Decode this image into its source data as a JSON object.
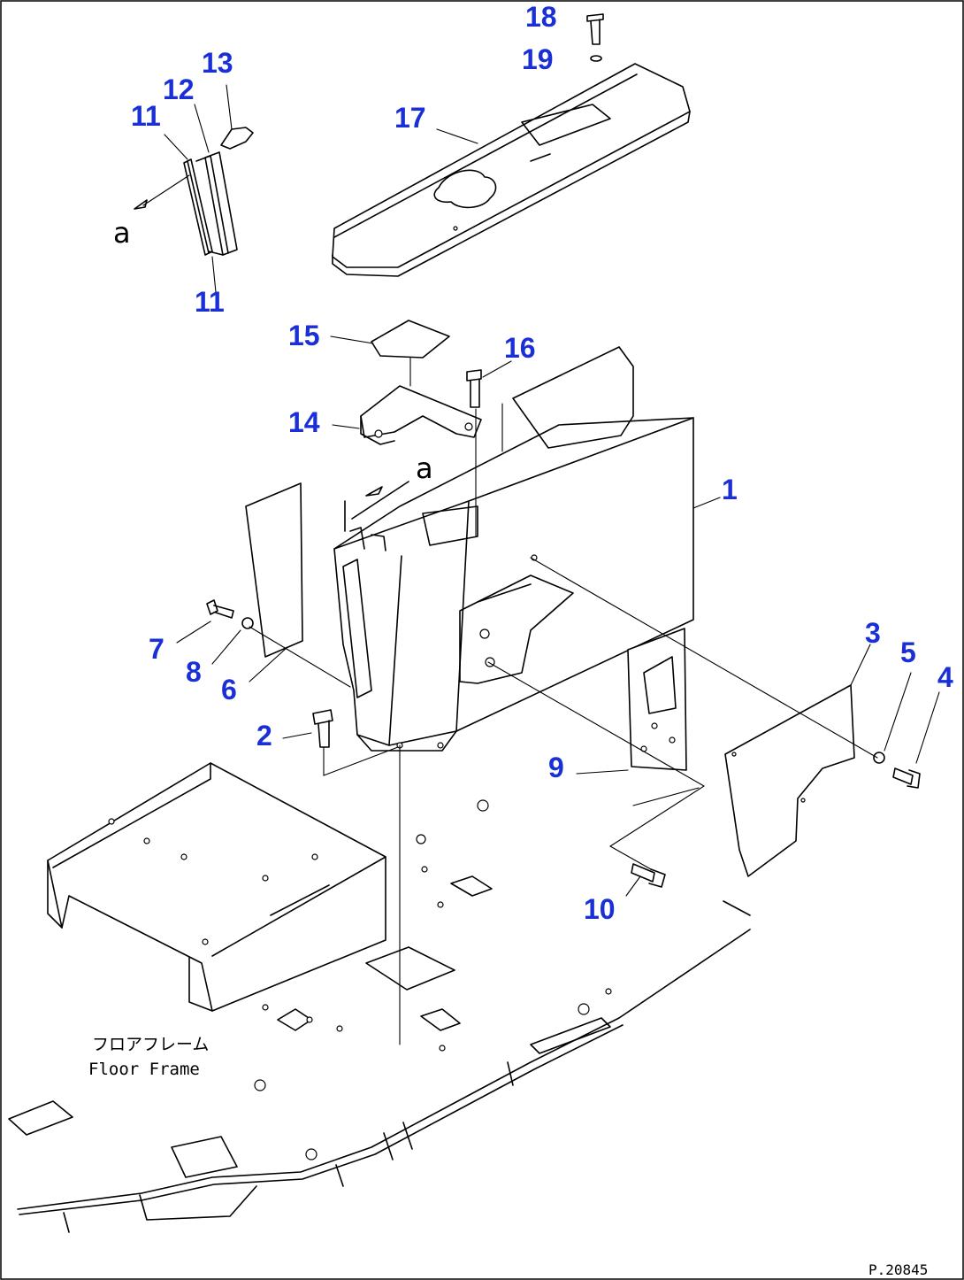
{
  "callouts": [
    {
      "id": "c1",
      "text": "1"
    },
    {
      "id": "c2",
      "text": "2"
    },
    {
      "id": "c3",
      "text": "3"
    },
    {
      "id": "c4",
      "text": "4"
    },
    {
      "id": "c5",
      "text": "5"
    },
    {
      "id": "c6",
      "text": "6"
    },
    {
      "id": "c7",
      "text": "7"
    },
    {
      "id": "c8",
      "text": "8"
    },
    {
      "id": "c9",
      "text": "9"
    },
    {
      "id": "c10",
      "text": "10"
    },
    {
      "id": "c11a",
      "text": "11"
    },
    {
      "id": "c11b",
      "text": "11"
    },
    {
      "id": "c12",
      "text": "12"
    },
    {
      "id": "c13",
      "text": "13"
    },
    {
      "id": "c14",
      "text": "14"
    },
    {
      "id": "c15",
      "text": "15"
    },
    {
      "id": "c16",
      "text": "16"
    },
    {
      "id": "c17",
      "text": "17"
    },
    {
      "id": "c18",
      "text": "18"
    },
    {
      "id": "c19",
      "text": "19"
    }
  ],
  "view_markers": {
    "marker_a_top": "a",
    "marker_a_middle": "a"
  },
  "labels": {
    "floor_frame_jp": "フロアフレーム",
    "floor_frame_en": "Floor Frame"
  },
  "figure_code": "P.20845",
  "colors": {
    "callout": "#1a2fd6",
    "line": "#000000",
    "background": "#ffffff"
  }
}
